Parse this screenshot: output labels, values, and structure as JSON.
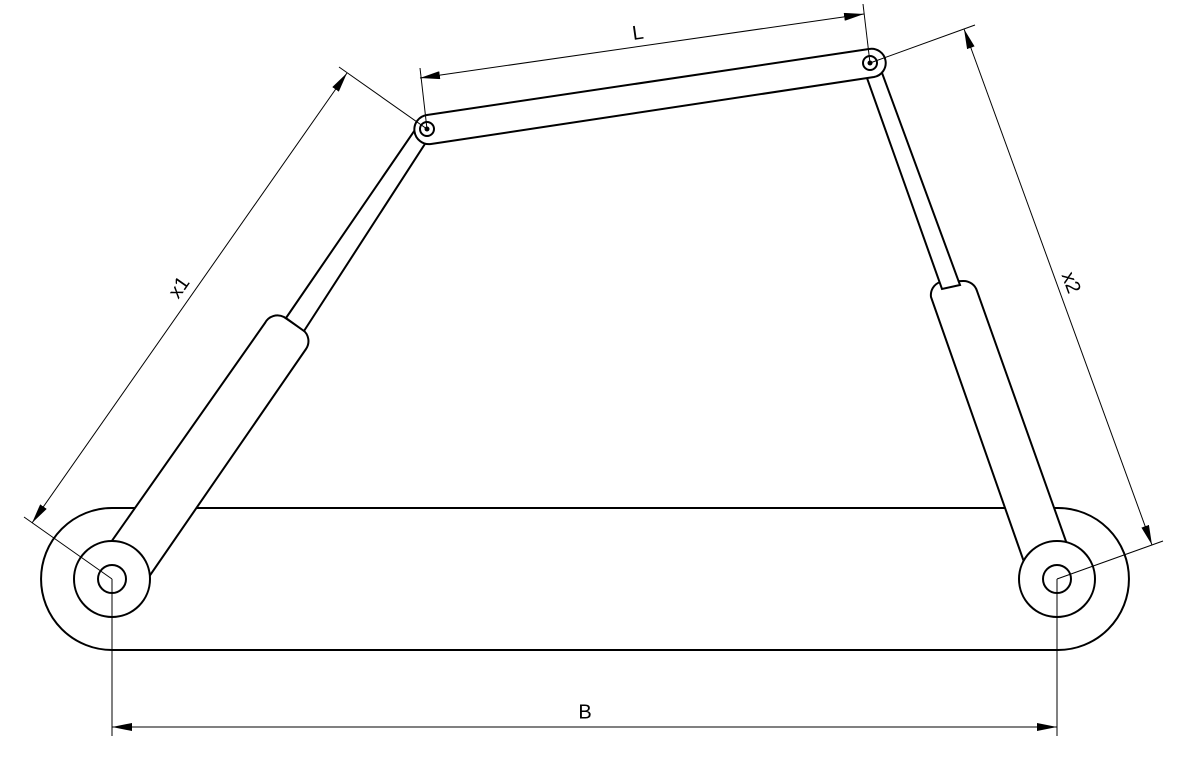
{
  "labels": {
    "x1": "x1",
    "x2": "x2",
    "L": "L",
    "B": "B"
  },
  "colors": {
    "stroke": "#000000",
    "background": "#ffffff"
  }
}
